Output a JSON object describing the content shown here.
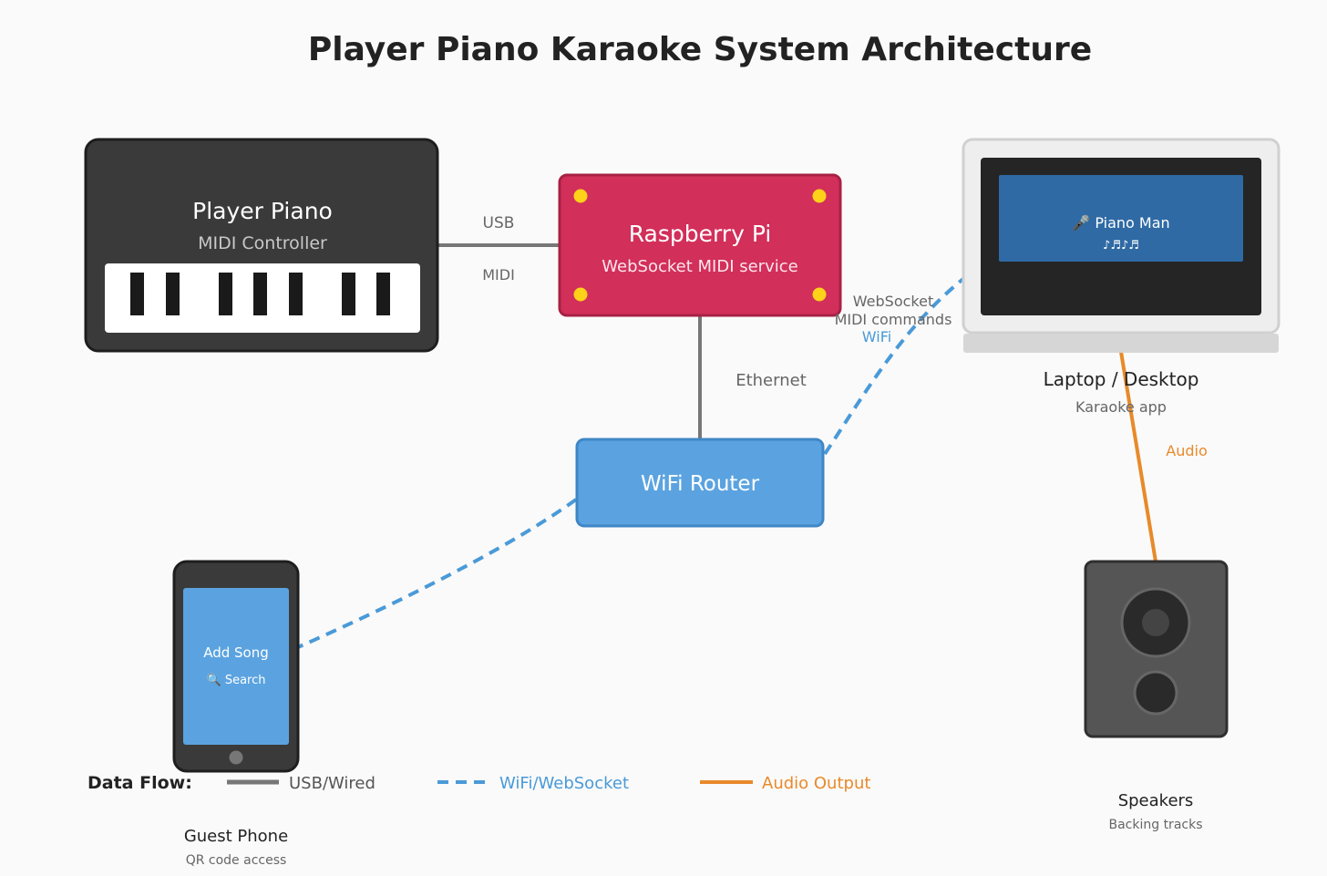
{
  "title": "Player Piano Karaoke System Architecture",
  "nodes": {
    "piano": {
      "title": "Player Piano",
      "subtitle": "MIDI Controller"
    },
    "pi": {
      "title": "Raspberry Pi",
      "subtitle": "WebSocket MIDI service"
    },
    "router": {
      "title": "WiFi Router"
    },
    "laptop": {
      "title": "Laptop / Desktop",
      "subtitle": "Karaoke app",
      "screen_song": "🎤 Piano Man",
      "screen_notes": "♪♬♪♬"
    },
    "phone": {
      "title": "Guest Phone",
      "subtitle": "QR code access",
      "screen_label": "Add Song",
      "screen_search": "🔍 Search"
    },
    "speakers": {
      "title": "Speakers",
      "subtitle": "Backing tracks"
    }
  },
  "connections": {
    "usb_top": "USB",
    "usb_bottom": "MIDI",
    "ethernet": "Ethernet",
    "wifi_line1": "WebSocket",
    "wifi_line2": "MIDI commands",
    "wifi_line3": "WiFi",
    "audio": "Audio"
  },
  "legend": {
    "heading": "Data Flow:",
    "wired": "USB/Wired",
    "wifi": "WiFi/WebSocket",
    "audio": "Audio Output"
  },
  "colors": {
    "wired": "#777777",
    "wifi": "#4a9ad8",
    "audio": "#e88a2a",
    "pi": "#d22f5a",
    "router": "#5ba3e0",
    "piano_body": "#3a3a3a"
  }
}
